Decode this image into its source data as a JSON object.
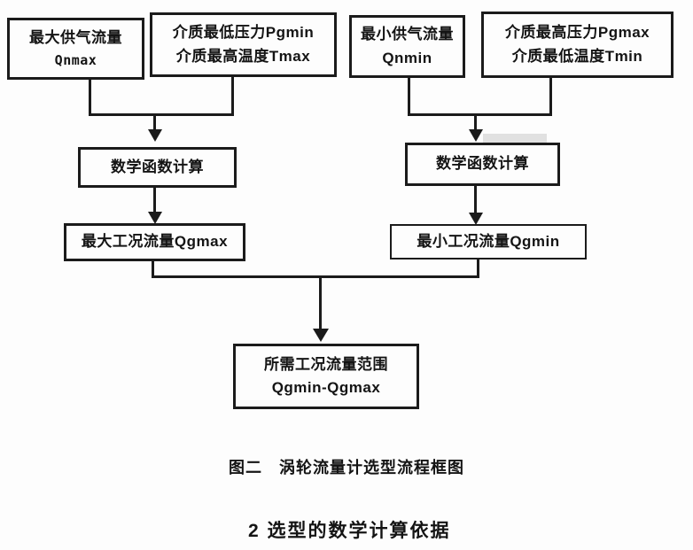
{
  "figure": {
    "boxes": {
      "qnmax": {
        "line1": "最大供气流量",
        "line2": "Qnmax"
      },
      "pgmin_tmax": {
        "line1": "介质最低压力Pgmin",
        "line2": "介质最高温度Tmax"
      },
      "qnmin": {
        "line1": "最小供气流量",
        "line2": "Qnmin"
      },
      "pgmax_tmin": {
        "line1": "介质最高压力Pgmax",
        "line2": "介质最低温度Tmin"
      },
      "calc_left": {
        "label": "数学函数计算"
      },
      "calc_right": {
        "label": "数学函数计算"
      },
      "qgmax": {
        "label": "最大工况流量Qgmax"
      },
      "qgmin": {
        "label": "最小工况流量Qgmin"
      },
      "range": {
        "line1": "所需工况流量范围",
        "line2": "Qgmin-Qgmax"
      }
    },
    "caption": "图二　涡轮流量计选型流程框图"
  },
  "section": {
    "heading": "2  选型的数学计算依据"
  },
  "colors": {
    "ink": "#1b1b1b",
    "paper": "#fdfdfd"
  }
}
